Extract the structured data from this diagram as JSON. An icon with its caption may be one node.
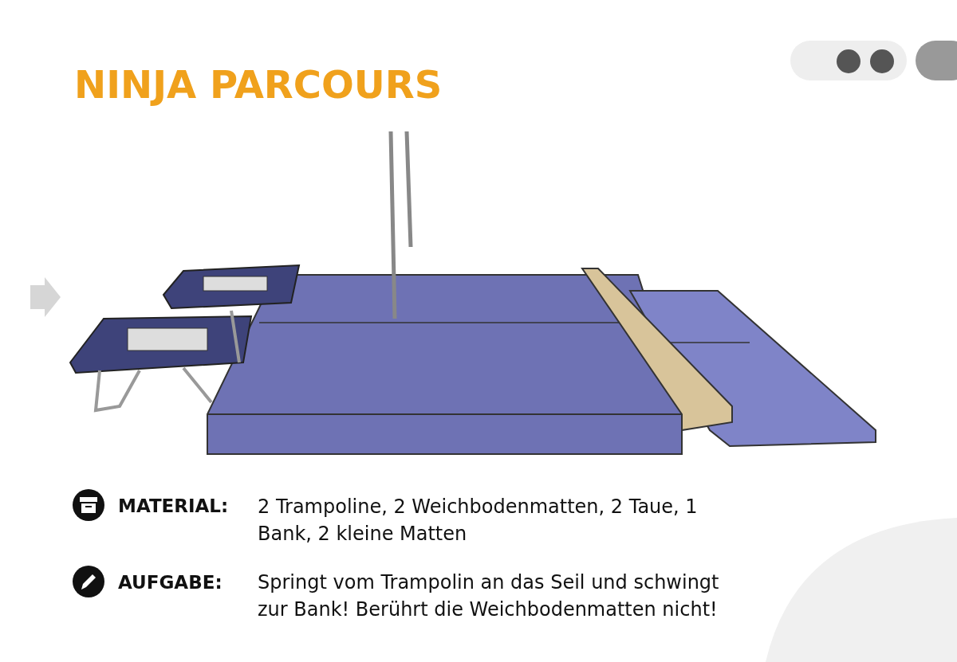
{
  "diagram": {
    "title": "NINJA PARCOURS",
    "labels": [
      "MATERIAL:",
      "2 Trampoline, 2 Weichbodenmatten, 2 Taue, 1 Bank, 2 kleine Matten",
      "AUFGABE:",
      "Springt vom Trampolin an das Seil und schwingt zur Bank! Berührt die Weichbodenmatten nicht!"
    ]
  }
}
